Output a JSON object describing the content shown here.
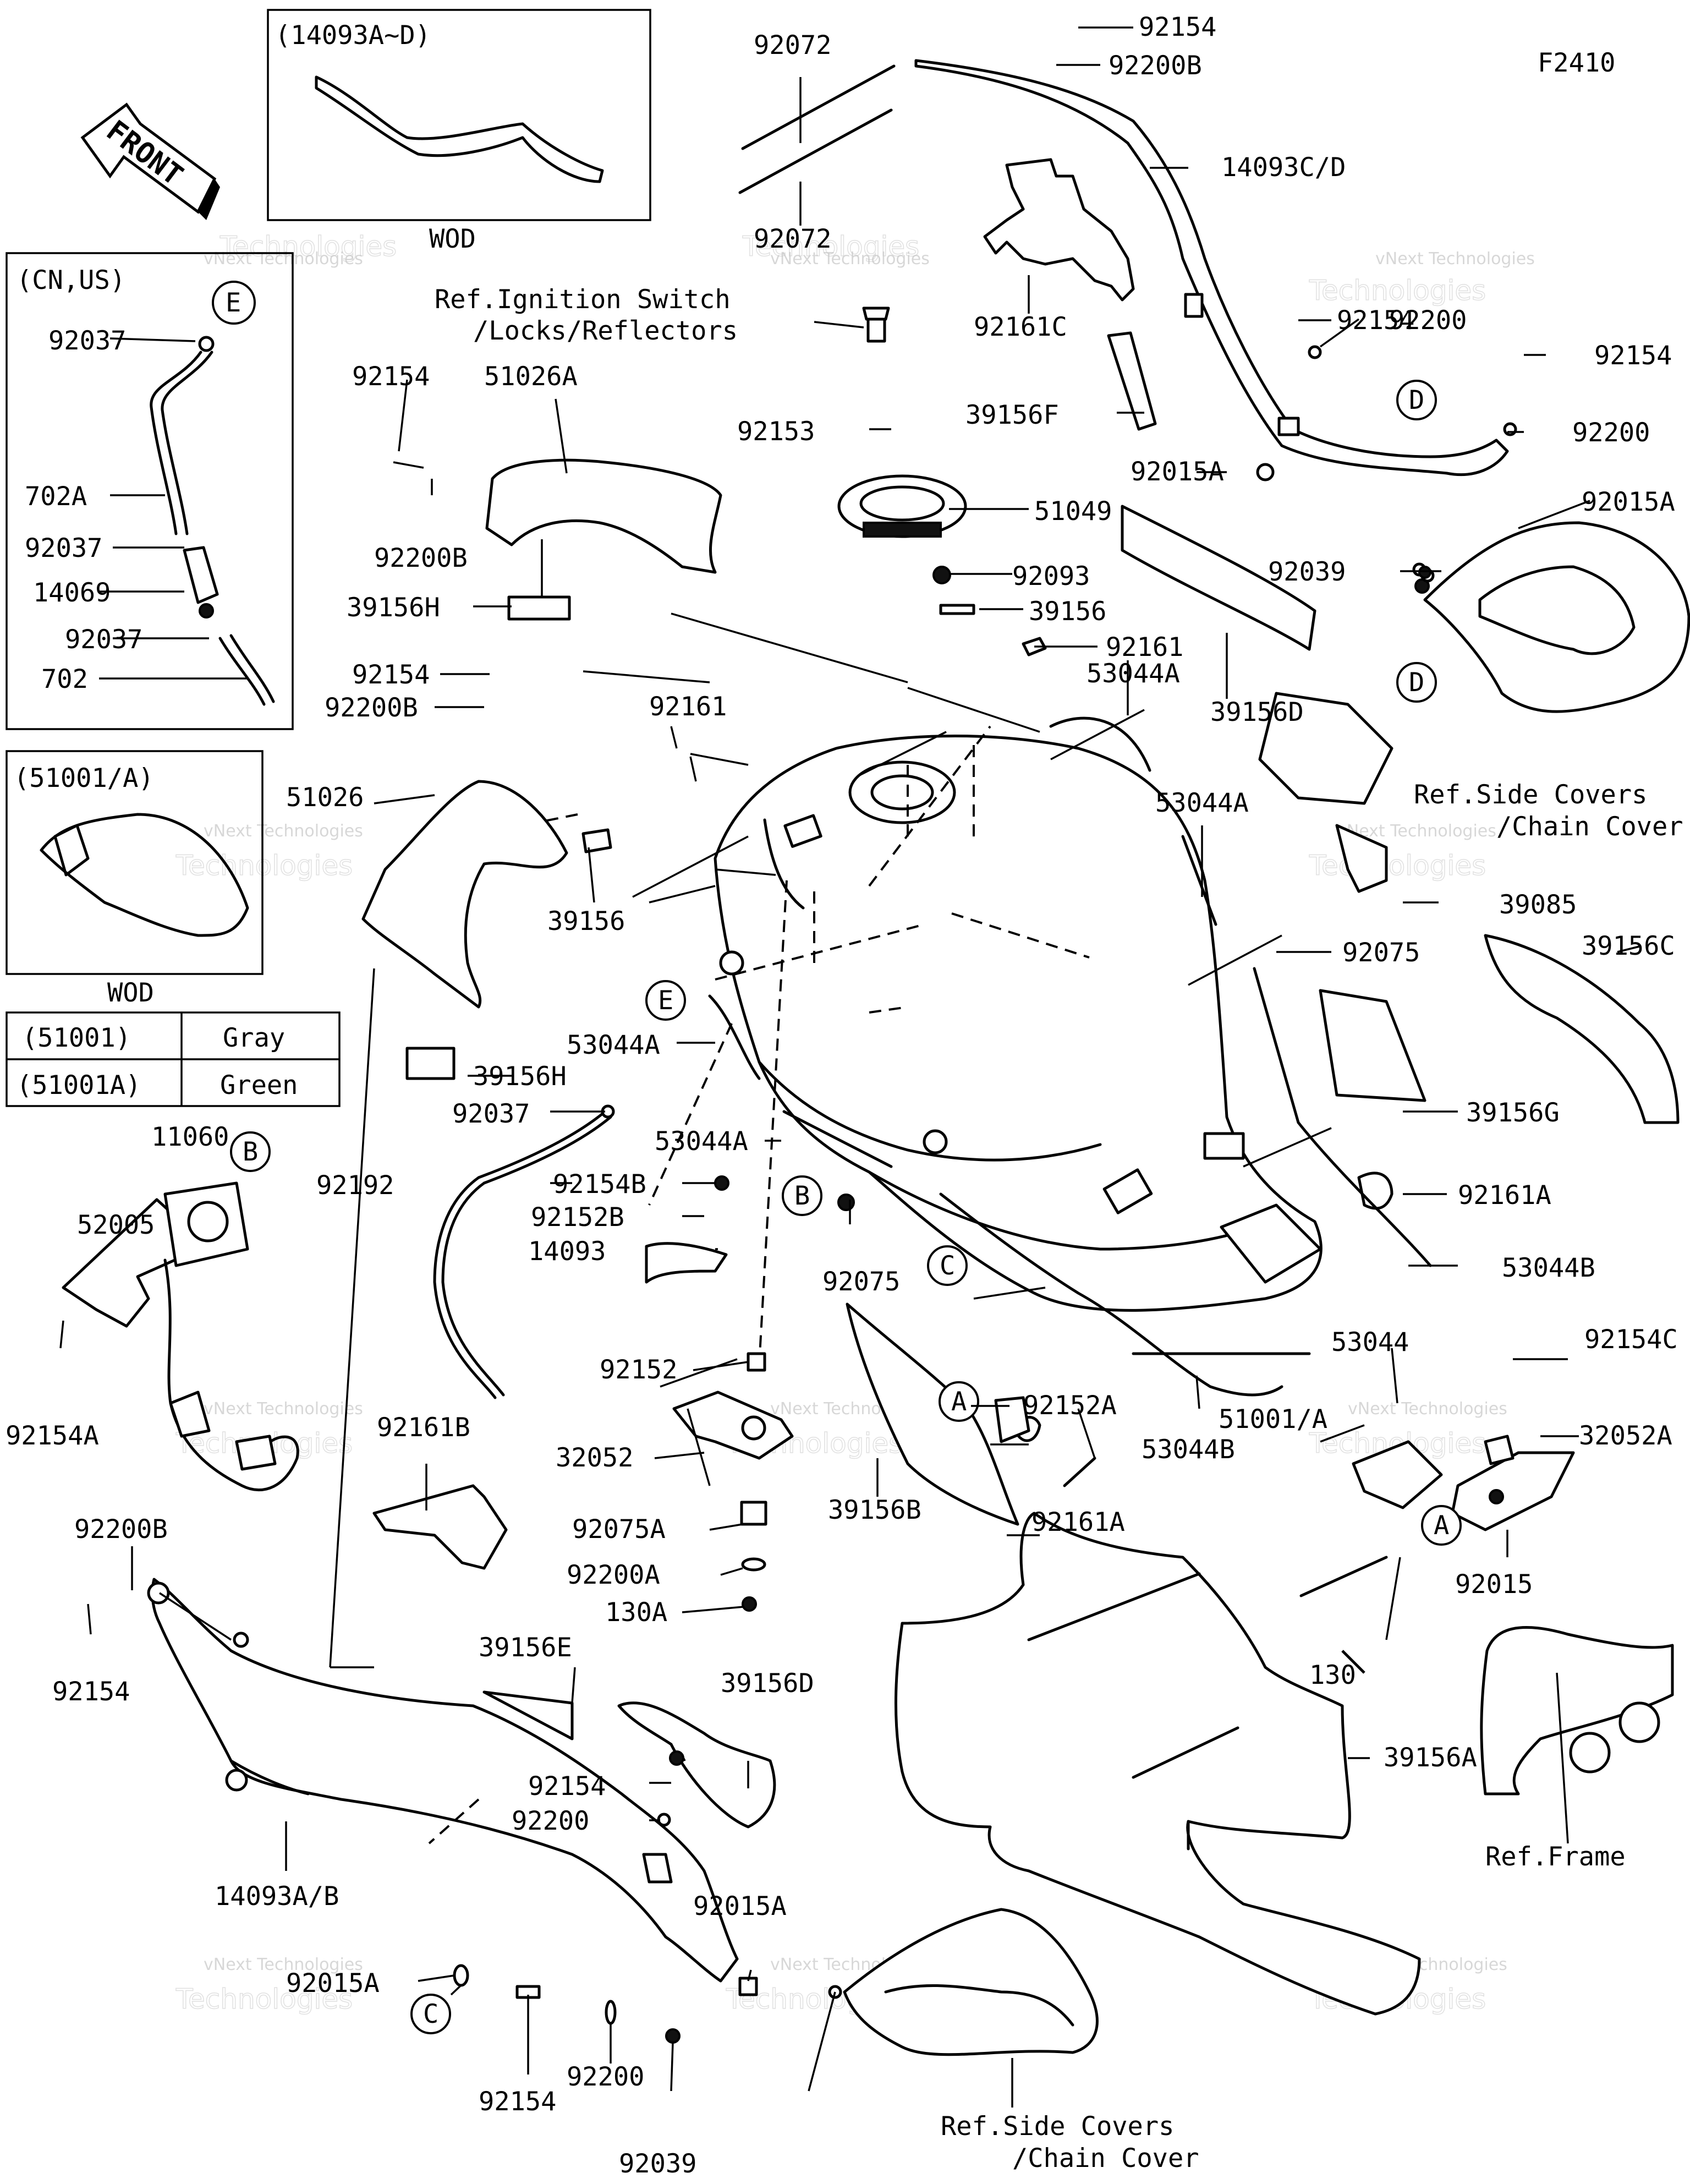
{
  "diagram_code": "F2410",
  "front_label": "FRONT",
  "watermark": {
    "line1": "vNext Technologies",
    "line2": "Technologies"
  },
  "inset_14093": {
    "title": "(14093A~D)",
    "caption": "WOD"
  },
  "inset_cnus": {
    "title": "(CN,US)"
  },
  "inset_51001": {
    "title": "(51001/A)",
    "caption": "WOD"
  },
  "color_table": [
    {
      "part": "(51001)",
      "color": "Gray"
    },
    {
      "part": "(51001A)",
      "color": "Green"
    }
  ],
  "refs": [
    "A",
    "B",
    "C",
    "D",
    "E"
  ],
  "labels": {
    "l92072a": "92072",
    "l92072b": "92072",
    "l92154a": "92154",
    "l92200Ba": "92200B",
    "l14093CD": "14093C/D",
    "l92161C": "92161C",
    "l39156F": "39156F",
    "l92154b": "92154",
    "l92200a": "92200",
    "l92154c": "92154",
    "l92200b": "92200",
    "l92015Aa": "92015A",
    "l92015Ab": "92015A",
    "l92039a": "92039",
    "l39156D": "39156D",
    "lRefIgn1": "Ref.Ignition Switch",
    "lRefIgn2": "/Locks/Reflectors",
    "l92153": "92153",
    "l51049": "51049",
    "l92093": "92093",
    "l39156a": "39156",
    "l92161a": "92161",
    "l53044Aa": "53044A",
    "l92154d": "92154",
    "l51026A": "51026A",
    "l92200Bb": "92200B",
    "l39156H": "39156H",
    "l92154e": "92154",
    "l92200Bc": "92200B",
    "l92161b": "92161",
    "l51026": "51026",
    "l39156b": "39156",
    "l53044Ab": "53044A",
    "lRefSide1": "Ref.Side Covers",
    "lRefSide2": "/Chain Cover",
    "l39085": "39085",
    "l92075a": "92075",
    "l39156C": "39156C",
    "l39156Hb": "39156H",
    "l53044Ac": "53044A",
    "l92037a": "92037",
    "l53044Ad": "53044A",
    "l39156G": "39156G",
    "l92154B": "92154B",
    "l92152B": "92152B",
    "l14093": "14093",
    "l92192": "92192",
    "l92075b": "92075",
    "l92161A": "92161A",
    "l53044B": "53044B",
    "l92037b": "92037",
    "l702A": "702A",
    "l92037c": "92037",
    "l14069": "14069",
    "l92037d": "92037",
    "l702": "702",
    "l11060": "11060",
    "l52005": "52005",
    "l92154A": "92154A",
    "l92152": "92152",
    "l32052": "32052",
    "l92075A": "92075A",
    "l92200A": "92200A",
    "l130A": "130A",
    "l92161B": "92161B",
    "l39156B": "39156B",
    "l92152A": "92152A",
    "l92161Ab": "92161A",
    "l53044Bb": "53044B",
    "l51001A": "51001/A",
    "l53044": "53044",
    "l92154C": "92154C",
    "l32052A": "32052A",
    "l92015": "92015",
    "l130": "130",
    "lRefFrame": "Ref.Frame",
    "l92200Bd": "92200B",
    "l92154f": "92154",
    "l39156E": "39156E",
    "l39156Db": "39156D",
    "l92154g": "92154",
    "l92200c": "92200",
    "l14093AB": "14093A/B",
    "l92015Ac": "92015A",
    "l92015Ad": "92015A",
    "l39156A": "39156A",
    "l92154h": "92154",
    "l92200d": "92200",
    "l92039b": "92039",
    "lRefSide3": "Ref.Side Covers",
    "lRefSide4": "/Chain Cover"
  }
}
